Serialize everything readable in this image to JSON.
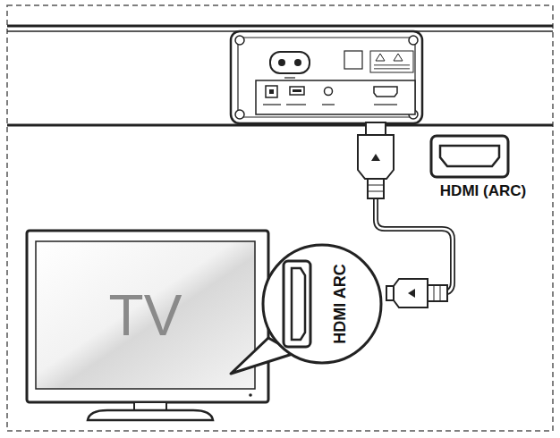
{
  "diagram": {
    "nodes": [
      {
        "text": [
          "TV"
        ]
      },
      {
        "text": [
          "HDMI ARC"
        ]
      }
    ],
    "labels": [
      "HDMI (ARC)"
    ]
  }
}
